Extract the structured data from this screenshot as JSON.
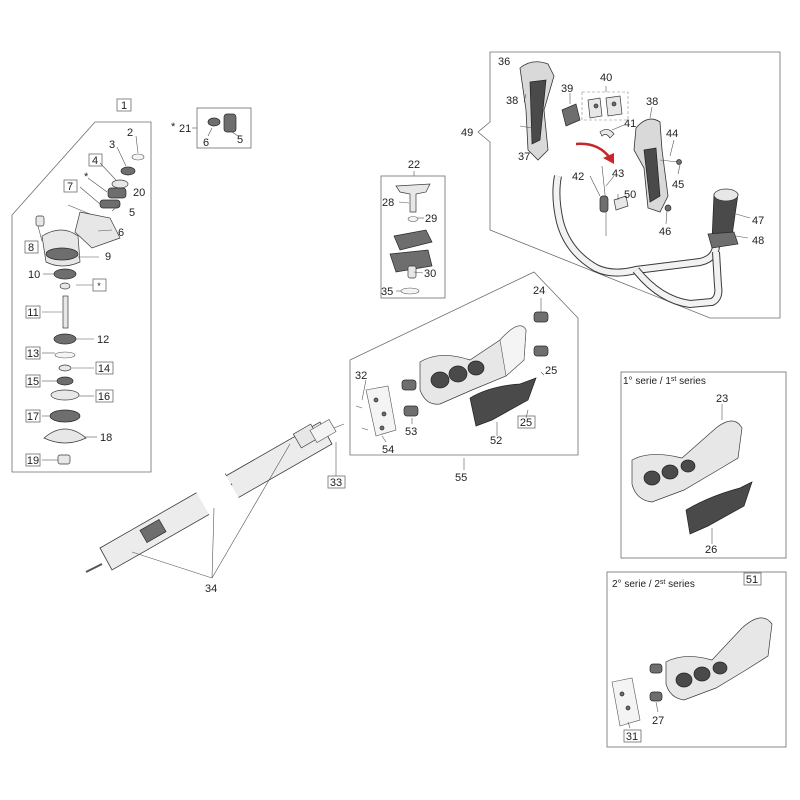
{
  "labels": {
    "n1": "1",
    "n2": "2",
    "n3": "3",
    "n4": "4",
    "n5a": "5",
    "n5b": "5",
    "n6a": "6",
    "n6b": "6",
    "n7": "7",
    "n8": "8",
    "n9": "9",
    "n10": "10",
    "n11": "11",
    "n12": "12",
    "n13": "13",
    "n14": "14",
    "n15": "15",
    "n16": "16",
    "n17": "17",
    "n18": "18",
    "n19": "19",
    "n20": "20",
    "n21": "21",
    "n22": "22",
    "n23": "23",
    "n24": "24",
    "n25a": "25",
    "n25b": "25",
    "n26": "26",
    "n27": "27",
    "n28": "28",
    "n29": "29",
    "n30": "30",
    "n31": "31",
    "n32": "32",
    "n33": "33",
    "n34": "34",
    "n35": "35",
    "n36": "36",
    "n37": "37",
    "n38a": "38",
    "n38b": "38",
    "n39": "39",
    "n40": "40",
    "n41": "41",
    "n42": "42",
    "n43": "43",
    "n44": "44",
    "n45": "45",
    "n46": "46",
    "n47": "47",
    "n48": "48",
    "n49": "49",
    "n50": "50",
    "n51": "51",
    "n52": "52",
    "n53": "53",
    "n54": "54",
    "n55": "55",
    "star": "*",
    "star_box": "*"
  },
  "series": {
    "first": {
      "prefix": "1° serie / 1",
      "sup": "st",
      "suffix": " series"
    },
    "second": {
      "prefix": "2° serie / 2",
      "sup": "st",
      "suffix": " series"
    }
  },
  "colors": {
    "arrow": "#c8262b",
    "line": "#555555"
  }
}
